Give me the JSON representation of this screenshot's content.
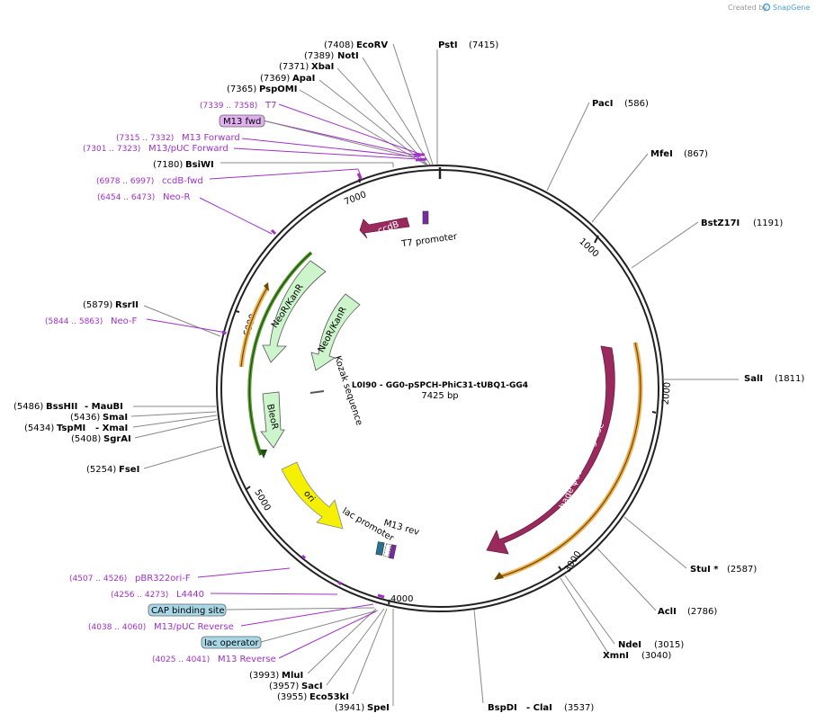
{
  "credit": {
    "prefix": "Created by",
    "brand": "SnapGene"
  },
  "title": "L0I90 - GG0-pSPCH-PhiC31-tUBQ1-GG4",
  "length_label": "7425 bp",
  "ticks": [
    "1000",
    "2000",
    "3000",
    "4000",
    "5000",
    "6000",
    "7000"
  ],
  "enzymes": [
    {
      "pos": "(7408)",
      "name": "EcoRV"
    },
    {
      "pos": "(7415)",
      "name": "PstI"
    },
    {
      "pos": "(7389)",
      "name": "NotI"
    },
    {
      "pos": "(7371)",
      "name": "XbaI"
    },
    {
      "pos": "(7369)",
      "name": "ApaI"
    },
    {
      "pos": "(7365)",
      "name": "PspOMI"
    },
    {
      "pos": "(586)",
      "name": "PacI"
    },
    {
      "pos": "(867)",
      "name": "MfeI"
    },
    {
      "pos": "(7180)",
      "name": "BsiWI"
    },
    {
      "pos": "(1191)",
      "name": "BstZ17I"
    },
    {
      "pos": "(5879)",
      "name": "RsrII"
    },
    {
      "pos": "(1811)",
      "name": "SalI"
    },
    {
      "pos": "(5486)",
      "name": "BssHII",
      "name2": "- MauBI"
    },
    {
      "pos": "(5436)",
      "name": "SmaI"
    },
    {
      "pos": "(5434)",
      "name": "TspMI",
      "name2": "- XmaI"
    },
    {
      "pos": "(5408)",
      "name": "SgrAI"
    },
    {
      "pos": "(5254)",
      "name": "FseI"
    },
    {
      "pos": "(2587)",
      "name": "StuI *"
    },
    {
      "pos": "(2786)",
      "name": "AclI"
    },
    {
      "pos": "(3015)",
      "name": "NdeI"
    },
    {
      "pos": "(3040)",
      "name": "XmnI"
    },
    {
      "pos": "(3993)",
      "name": "MluI"
    },
    {
      "pos": "(3957)",
      "name": "SacI"
    },
    {
      "pos": "(3955)",
      "name": "Eco53kI"
    },
    {
      "pos": "(3941)",
      "name": "SpeI"
    },
    {
      "pos": "(3537)",
      "name": "BspDI",
      "name2": "- ClaI"
    }
  ],
  "primers": [
    {
      "pos": "(7339 .. 7358)",
      "name": "T7"
    },
    {
      "pos": "(7315 .. 7332)",
      "name": "M13 Forward"
    },
    {
      "pos": "(7301 .. 7323)",
      "name": "M13/pUC Forward"
    },
    {
      "pos": "(6978 .. 6997)",
      "name": "ccdB-fwd"
    },
    {
      "pos": "(6454 .. 6473)",
      "name": "Neo-R"
    },
    {
      "pos": "(5844 .. 5863)",
      "name": "Neo-F"
    },
    {
      "pos": "(4507 .. 4526)",
      "name": "pBR322ori-F"
    },
    {
      "pos": "(4256 .. 4273)",
      "name": "L4440"
    },
    {
      "pos": "(4038 .. 4060)",
      "name": "M13/pUC Reverse"
    },
    {
      "pos": "(4025 .. 4041)",
      "name": "M13 Reverse"
    }
  ],
  "boxes": {
    "m13fwd": "M13 fwd",
    "cap": "CAP binding site",
    "lacop": "lac operator"
  },
  "features": {
    "ccdb": "ccdB",
    "t7": "T7 promoter",
    "neo_outer": "NeoR/KanR",
    "neo_inner": "NeoR/KanR",
    "kozak": "Kozak sequence",
    "bleo": "BleoR",
    "ori": "ori",
    "lac": "lac promoter",
    "m13rev": "M13 rev",
    "phage": "phage φC31 integrase"
  },
  "colors": {
    "backbone": "#222222",
    "integrase": "#9a2a5e",
    "ccdb": "#9a2a5e",
    "ori": "#f5f000",
    "resistance": "#ccf5cc",
    "primer": "#a030c8",
    "orange": "#f0b050",
    "box_blue": "#a8d8e8",
    "box_purple": "#e0b0f0"
  }
}
